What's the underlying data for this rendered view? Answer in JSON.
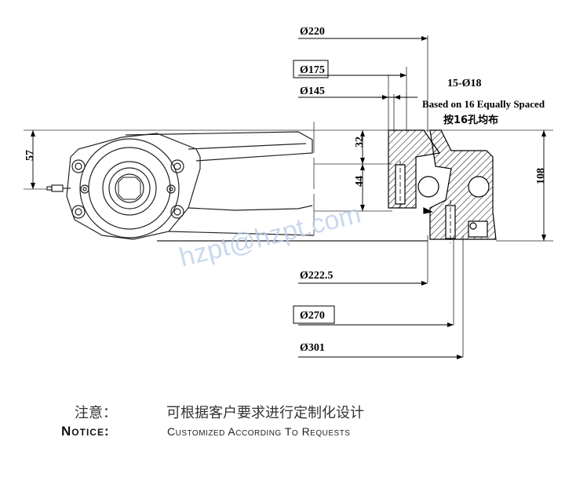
{
  "dimensions": {
    "d220": "Ø220",
    "d175": "Ø175",
    "d145": "Ø145",
    "holes": "15-Ø18",
    "holes_note": "Based on 16 Equally Spaced",
    "holes_note_zh": "按16孔均布",
    "d222_5": "Ø222.5",
    "d270": "Ø270",
    "d301": "Ø301",
    "h57": "57",
    "h32": "32",
    "h44": "44",
    "h108": "108"
  },
  "watermark": "hzpt@hzpt.com",
  "notice": {
    "label_zh": "注意：",
    "text_zh": "可根据客户要求进行定制化设计",
    "label_en": "Notice:",
    "text_en": "Customized According To Requests"
  }
}
